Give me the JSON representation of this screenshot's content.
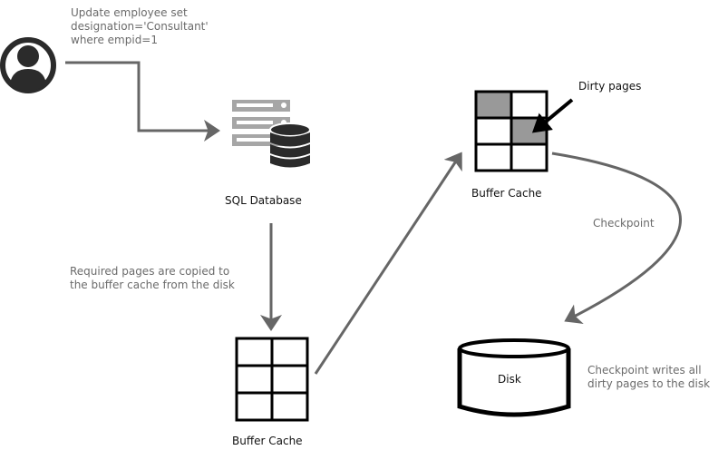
{
  "query": {
    "line1": "Update employee set",
    "line2": "designation='Consultant'",
    "line3": "where empid=1"
  },
  "sql_database": {
    "label": "SQL Database",
    "icon": "database-server-icon"
  },
  "copy_note": {
    "line1": "Required pages are copied to",
    "line2": "the buffer cache from the disk"
  },
  "buffer_cache_bottom": {
    "label": "Buffer Cache",
    "dirty_cells": []
  },
  "buffer_cache_top": {
    "label": "Buffer Cache",
    "dirty_cells": [
      0,
      3
    ]
  },
  "dirty_pages": {
    "label": "Dirty pages"
  },
  "checkpoint": {
    "label": "Checkpoint"
  },
  "disk": {
    "label": "Disk"
  },
  "checkpoint_note": {
    "line1": "Checkpoint writes all",
    "line2": "dirty pages to the disk"
  },
  "colors": {
    "arrow": "#666666",
    "dirty": "#999999",
    "user": "#2b2b2b",
    "server": "#a6a6a6",
    "db": "#2b2b2b"
  }
}
